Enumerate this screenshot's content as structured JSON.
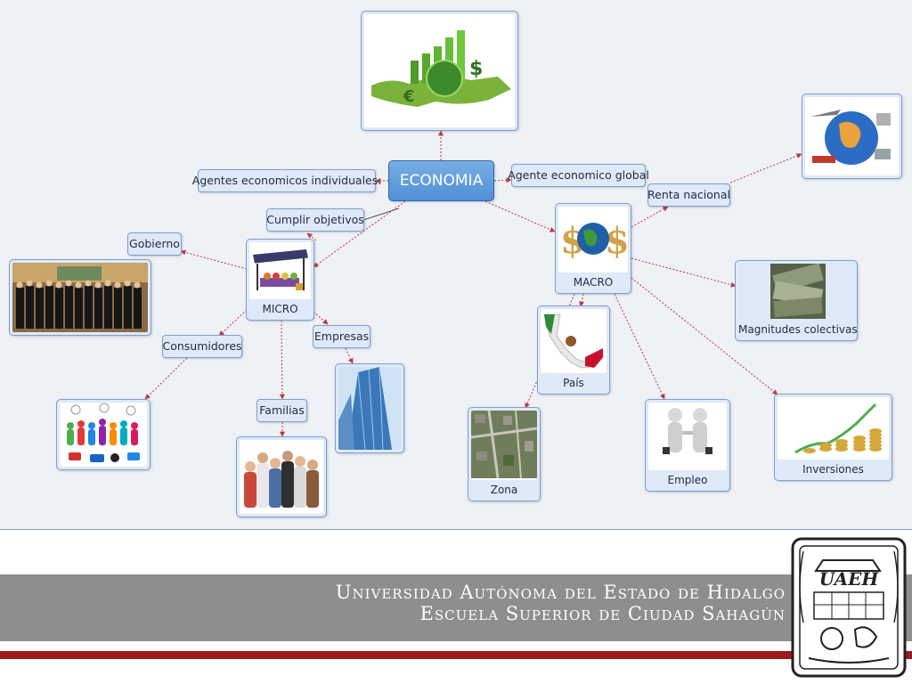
{
  "mindmap": {
    "root": "ECONOMIA",
    "nodes": {
      "agentes_individuales": "Agentes economicos individuales.",
      "agente_global": "Agente economico global",
      "cumplir_objetivos": "Cumplir objetivos",
      "gobierno": "Gobierno",
      "micro": "MICRO",
      "macro": "MACRO",
      "renta_nacional": "Renta nacional",
      "magnitudes": "Magnitudes colectivas",
      "consumidores": "Consumidores",
      "empresas": "Empresas",
      "familias": "Familias",
      "pais": "País",
      "zona": "Zona",
      "empleo": "Empleo",
      "inversiones": "Inversiones"
    },
    "images": {
      "economy_chart": "economy-growth-image",
      "globe_trade": "globe-trade-image",
      "government_group": "government-officials-image",
      "market_stall": "market-stall-image",
      "money_globe": "dollar-globe-image",
      "money_bills": "money-bills-image",
      "mexico_map": "mexico-map-image",
      "consumers_icons": "consumers-people-image",
      "building": "office-building-image",
      "family_group": "family-group-image",
      "aerial_zone": "aerial-zone-image",
      "handshake": "handshake-image",
      "coins_growth": "coins-growth-image"
    },
    "colors": {
      "link": "#c0363a",
      "node_fill": "#dfe9f7",
      "node_border": "#7f9fc9",
      "root_fill": "#5b9ad9"
    }
  },
  "footer": {
    "university": "Universidad Autónoma del Estado de Hidalgo",
    "school": "Escuela Superior de Ciudad Sahagún",
    "seal_text": "UAEH",
    "colors": {
      "band": "#8e8e8e",
      "stripe": "#9c1b1f"
    }
  }
}
